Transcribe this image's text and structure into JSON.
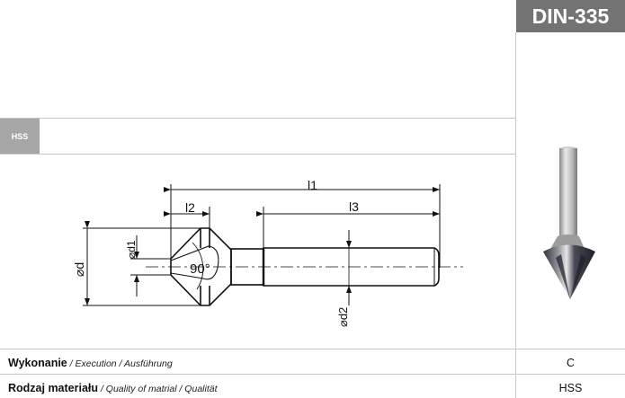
{
  "header": {
    "standard": "DIN-335"
  },
  "material_tag": "HSS",
  "drawing": {
    "labels": {
      "l1": "l1",
      "l2": "l2",
      "l3": "l3",
      "d": "⌀d",
      "d1": "⌀d1",
      "d2": "⌀d2",
      "angle": "90°"
    }
  },
  "photo": {
    "icon": "countersink-tool-photo"
  },
  "specs": [
    {
      "label_pl": "Wykonanie",
      "label_other": " / Execution / Ausführung",
      "value": "C"
    },
    {
      "label_pl": "Rodzaj materiału",
      "label_other": " / Quality of matrial / Qualität",
      "value": "HSS"
    }
  ]
}
